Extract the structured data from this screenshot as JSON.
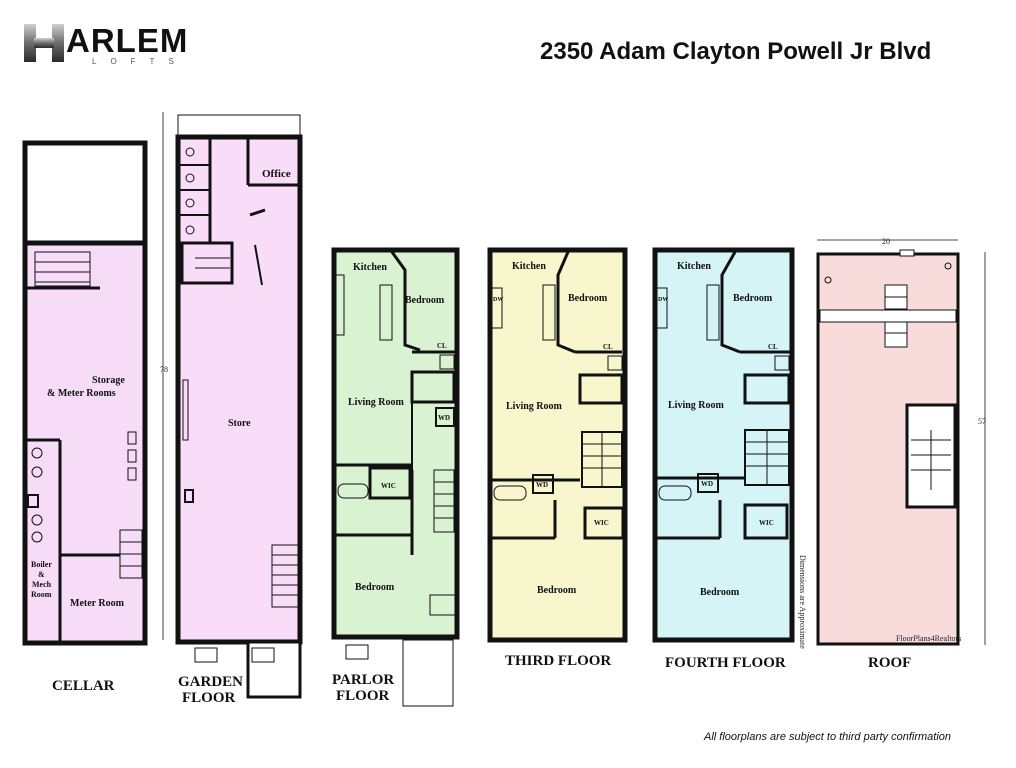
{
  "logo": {
    "letters": "ARLEM",
    "subtitle": "LOFTS"
  },
  "address": "2350 Adam Clayton Powell Jr Blvd",
  "floors": {
    "cellar": {
      "label": "CELLAR",
      "rooms": {
        "storage_line1": "Storage",
        "storage_line2": "& Meter Rooms",
        "boiler_line1": "Boiler",
        "boiler_line2": "&",
        "boiler_line3": "Mech",
        "boiler_line4": "Room",
        "meter": "Meter Room"
      }
    },
    "garden": {
      "label_line1": "GARDEN",
      "label_line2": "FLOOR",
      "rooms": {
        "office": "Office",
        "store": "Store"
      },
      "dimension": "78"
    },
    "parlor": {
      "label_line1": "PARLOR",
      "label_line2": "FLOOR",
      "rooms": {
        "kitchen": "Kitchen",
        "bedroom_top": "Bedroom",
        "cl": "CL",
        "living": "Living Room",
        "wd": "WD",
        "wic": "WIC",
        "bedroom_bottom": "Bedroom"
      }
    },
    "third": {
      "label": "THIRD FLOOR",
      "rooms": {
        "kitchen": "Kitchen",
        "dw": "DW",
        "bedroom_top": "Bedroom",
        "cl": "CL",
        "living": "Living Room",
        "wd": "WD",
        "wic": "WIC",
        "bedroom_bottom": "Bedroom"
      },
      "note": "Dimensions are Approximate"
    },
    "fourth": {
      "label": "FOURTH FLOOR",
      "rooms": {
        "kitchen": "Kitchen",
        "dw": "DW",
        "bedroom_top": "Bedroom",
        "cl": "CL",
        "living": "Living Room",
        "wd": "WD",
        "wic": "WIC",
        "bedroom_bottom": "Bedroom"
      }
    },
    "roof": {
      "label": "ROOF",
      "dimension_width": "20",
      "dimension_height": "57",
      "credit": "FloorPlans4Realtors"
    }
  },
  "colors": {
    "cellar": "#f6dcf6",
    "garden": "#f8dcf8",
    "parlor": "#d8f2d2",
    "third": "#f8f6cc",
    "fourth": "#d4f4f6",
    "roof": "#f8dcdc",
    "wall": "#111111"
  },
  "disclaimer": "All floorplans are subject to third party confirmation"
}
